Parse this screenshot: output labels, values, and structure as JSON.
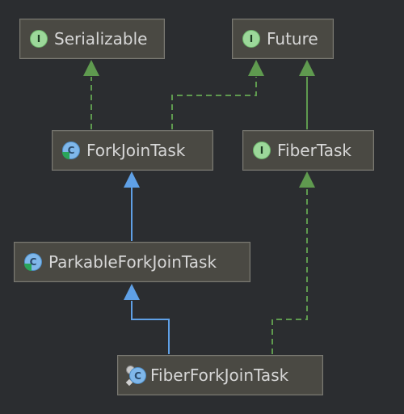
{
  "nodes": {
    "serializable": {
      "label": "Serializable",
      "kind": "interface",
      "badge": "I"
    },
    "future": {
      "label": "Future",
      "kind": "interface",
      "badge": "I"
    },
    "forkjointask": {
      "label": "ForkJoinTask",
      "kind": "abstract-class",
      "badge": "C"
    },
    "fibertask": {
      "label": "FiberTask",
      "kind": "interface",
      "badge": "I"
    },
    "parkableforkjointask": {
      "label": "ParkableForkJoinTask",
      "kind": "abstract-class",
      "badge": "C"
    },
    "fiberforkjointask": {
      "label": "FiberForkJoinTask",
      "kind": "class",
      "badge": "C"
    }
  },
  "colors": {
    "background": "#2b2d30",
    "node_fill": "#4a4943",
    "node_border": "#7b7a73",
    "node_text": "#d7d7d7",
    "implements_edge": "#5f9a4f",
    "extends_edge": "#5fa0e6"
  },
  "edges": [
    {
      "from": "ForkJoinTask",
      "to": "Serializable",
      "type": "implements"
    },
    {
      "from": "ForkJoinTask",
      "to": "Future",
      "type": "implements"
    },
    {
      "from": "FiberTask",
      "to": "Future",
      "type": "extends-interface"
    },
    {
      "from": "ParkableForkJoinTask",
      "to": "ForkJoinTask",
      "type": "extends"
    },
    {
      "from": "FiberForkJoinTask",
      "to": "ParkableForkJoinTask",
      "type": "extends"
    },
    {
      "from": "FiberForkJoinTask",
      "to": "FiberTask",
      "type": "implements"
    }
  ]
}
